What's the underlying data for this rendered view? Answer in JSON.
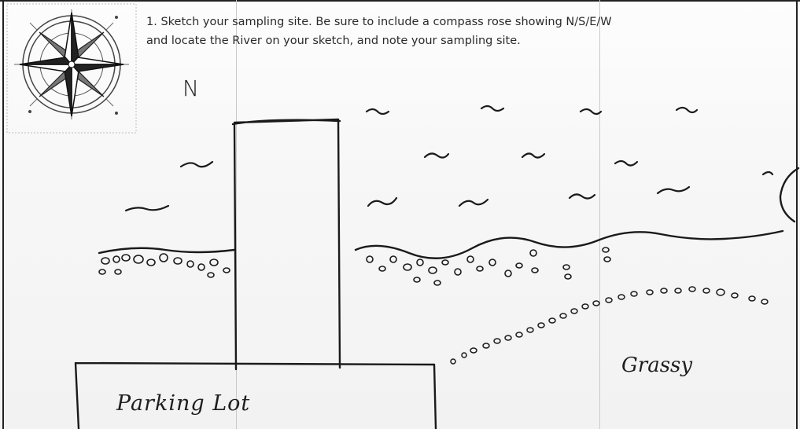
{
  "instruction": {
    "line1": "1. Sketch your sampling site.  Be sure to include a compass rose showing N/S/E/W",
    "line2": "and locate the River on your sketch, and note your sampling site."
  },
  "sketch_labels": {
    "north": "N",
    "parking": "Parking  Lot",
    "grassy": "Grassy"
  },
  "icons": {
    "compass": "compass-rose-icon"
  }
}
